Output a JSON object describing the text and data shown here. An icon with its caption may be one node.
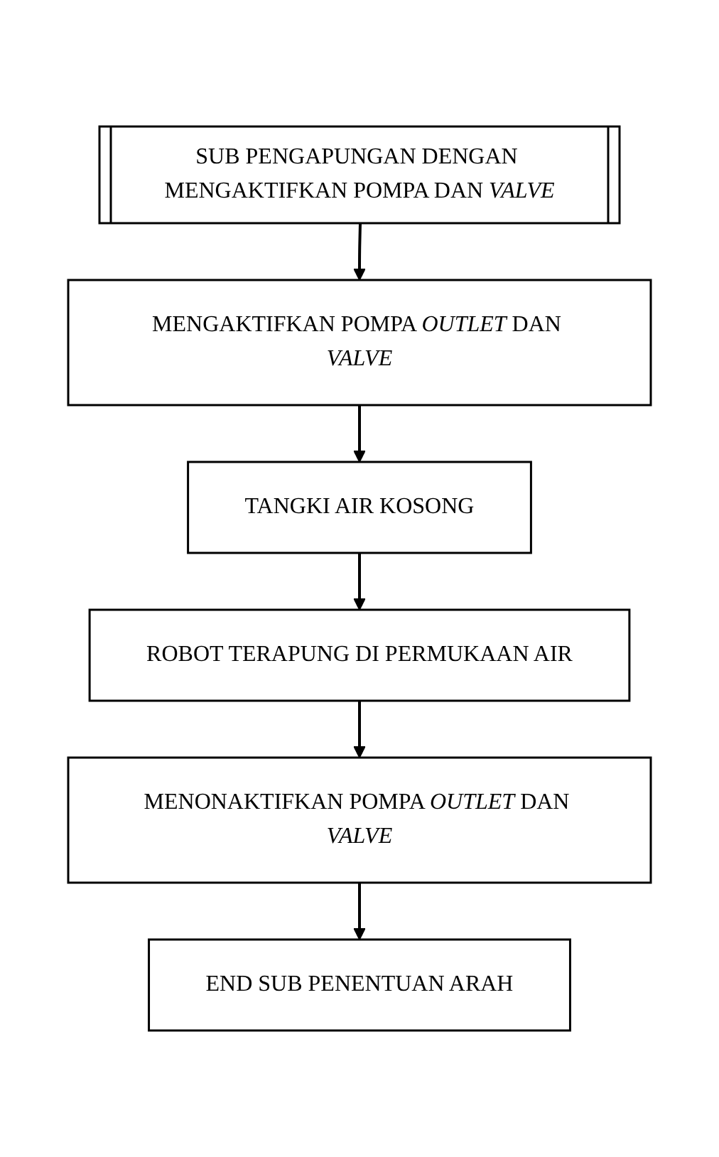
{
  "diagram": {
    "nodes": [
      {
        "text": [
          "SUB PENGAPUNGAN DENGAN MENGAKTIFKAN POMPA DAN *VALVE*"
        ]
      },
      {
        "text": [
          "MENGAKTIFKAN POMPA *OUTLET* DAN *VALVE*"
        ]
      },
      {
        "text": [
          "TANGKI AIR KOSONG"
        ]
      },
      {
        "text": [
          "ROBOT TERAPUNG DI PERMUKAAN AIR"
        ]
      },
      {
        "text": [
          "MENONAKTIFKAN POMPA *OUTLET* DAN *VALVE*"
        ]
      },
      {
        "text": [
          "END SUB PENENTUAN ARAH"
        ]
      }
    ],
    "edges": [
      {
        "from": 0,
        "to": 1,
        "arrow": "to"
      },
      {
        "from": 1,
        "to": 2,
        "arrow": "to"
      },
      {
        "from": 2,
        "to": 3,
        "arrow": "to"
      },
      {
        "from": 3,
        "to": 4,
        "arrow": "to"
      },
      {
        "from": 4,
        "to": 5,
        "arrow": "to"
      }
    ]
  }
}
